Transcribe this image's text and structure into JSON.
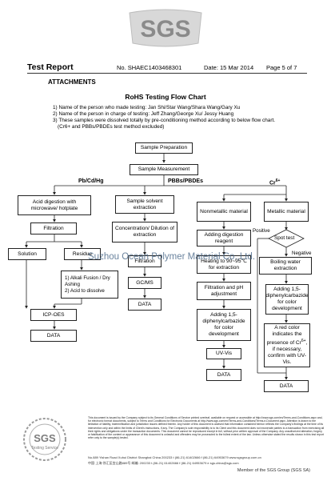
{
  "logo_text": "SGS",
  "header": {
    "title": "Test Report",
    "report_no": "No. SHAEC1403468301",
    "date": "Date: 15 Mar 2014",
    "page": "Page 5 of 7"
  },
  "attachments_label": "ATTACHMENTS",
  "flow_title": "RoHS Testing Flow Chart",
  "notes": [
    "1) Name of the person who made testing: Jan Shi/Star Wang/Shara Wang/Gary Xu",
    "2) Name of the person in charge of testing: Jeff Zhang/George Xu/ Jessy Huang",
    "3) These samples were dissolved totally by pre-conditioning method according to below flow chart.",
    "(Cr6+ and PBBs/PBDEs test method excluded)"
  ],
  "flow": {
    "sample_preparation": "Sample Preparation",
    "sample_measurement": "Sample Measurement",
    "branch_pb": "Pb/Cd/Hg",
    "branch_pbb": "PBBs/PBDEs",
    "branch_cr": "Cr6+",
    "acid_digestion": "Acid digestion with microwave/ hotplate",
    "filtration_1": "Filtration",
    "solution": "Solution",
    "residue": "Residue",
    "alkali": "1) Alkali Fusion / Dry Ashing\n2) Acid to dissolve",
    "icp": "ICP-OES",
    "data_1": "DATA",
    "sample_solvent": "Sample solvent extraction",
    "concentration": "Concentration/ Dilution of extraction",
    "filtration_2": "Filtration",
    "gcms": "GC/MS",
    "data_2": "DATA",
    "nonmetallic": "Nonmetallic material",
    "adding_digestion": "Adding digestion reagent",
    "heating": "Heating to 90~95℃ for extraction",
    "filtration_ph": "Filtration and pH adjustment",
    "adding_diphenyl_1": "Adding 1,5-diphenylcarbazide for color development",
    "uvvis_1": "UV-Vis",
    "data_3": "DATA",
    "metallic": "Metallic material",
    "positive": "Positive",
    "spot_test": "Spot test",
    "negative": "Negative",
    "boiling": "Boiling water extraction",
    "adding_diphenyl_2": "Adding 1,5-diphenylcarbazide for color development",
    "red_color": "A red color indicates the presence of Cr6+, if necessary, confirm with UV-Vis.",
    "data_4": "DATA"
  },
  "watermark": "Suzhou Ocean Polymer Material Co.,Ltd.",
  "footer": {
    "seal_line_1": "SGS",
    "seal_line_2": "Testing Service",
    "disclaimer": "This document is issued by the Company subject to its General Conditions of Service printed overleaf, available on request or accessible at http://www.sgs.com/en/Terms-and-Conditions.aspx and, for electronic format documents, subject to Terms and Conditions for Electronic Documents at http://www.sgs.com/en/Terms-and-Conditions/Terms-e-Document.aspx. Attention is drawn to the limitation of liability, indemnification and jurisdiction issues defined therein. Any holder of this document is advised that information contained hereon reflects the Company's findings at the time of its intervention only and within the limits of Client's instructions, if any. The Company's sole responsibility is to its Client and this document does not exonerate parties to a transaction from exercising all their rights and obligations under the transaction documents. This document cannot be reproduced except in full, without prior written approval of the Company. Any unauthorized alteration, forgery or falsification of the content or appearance of this document is unlawful and offenders may be prosecuted to the fullest extent of the law. Unless otherwise stated the results shown in this test report refer only to the sample(s) tested.",
    "address_1": "No.889 Yishan Road Xuhui District Shanghai China 200233   t (86-21) 61402666   f (86-21) 64953679   www.sgsgroup.com.cn",
    "address_2": "中国·上海·徐汇区宜山路889号 邮编: 200233   t (86-21) 61402666   f (86-21) 64953679   e sgs.china@sgs.com",
    "member": "Member of the SGS Group (SGS SA)"
  }
}
